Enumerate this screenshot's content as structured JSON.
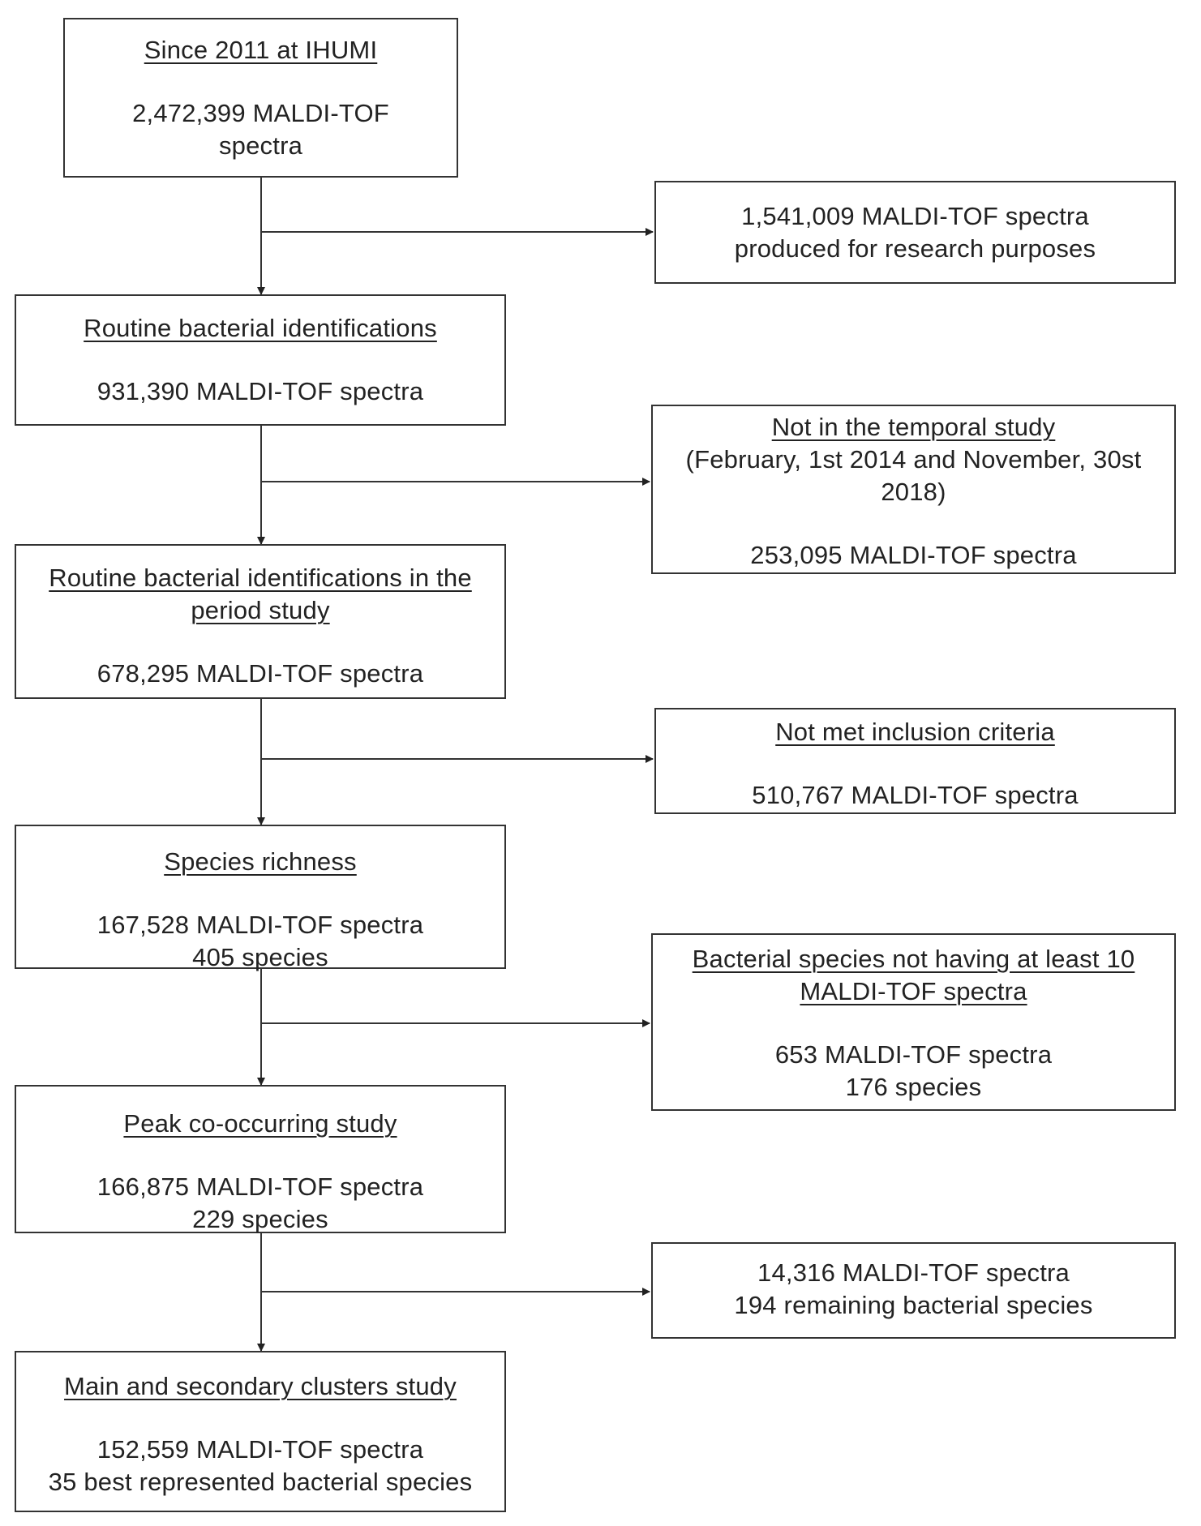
{
  "main": [
    {
      "title": "Since 2011 at IHUMI",
      "lines": [
        "2,472,399 MALDI-TOF",
        "spectra"
      ]
    },
    {
      "title": "Routine bacterial identifications",
      "lines": [
        "931,390 MALDI-TOF spectra"
      ]
    },
    {
      "title_lines": [
        "Routine bacterial identifications in the",
        "period study"
      ],
      "lines": [
        "678,295 MALDI-TOF spectra"
      ]
    },
    {
      "title": "Species richness",
      "lines": [
        "167,528 MALDI-TOF spectra",
        "405 species"
      ]
    },
    {
      "title": "Peak co-occurring study",
      "lines": [
        "166,875 MALDI-TOF spectra",
        "229 species"
      ]
    },
    {
      "title": "Main and secondary clusters study",
      "lines": [
        "152,559 MALDI-TOF spectra",
        "35 best represented bacterial species"
      ]
    }
  ],
  "side": [
    {
      "lines": [
        "1,541,009 MALDI-TOF spectra",
        "produced for research purposes"
      ]
    },
    {
      "title": "Not in the temporal study",
      "sub_lines": [
        "(February, 1st 2014 and November, 30st",
        "2018)"
      ],
      "lines": [
        "253,095 MALDI-TOF spectra"
      ]
    },
    {
      "title": "Not met inclusion criteria",
      "lines": [
        "510,767 MALDI-TOF spectra"
      ]
    },
    {
      "title_lines": [
        "Bacterial species not having at least 10",
        "MALDI-TOF spectra"
      ],
      "lines": [
        "653 MALDI-TOF spectra",
        "176 species"
      ]
    },
    {
      "lines": [
        "14,316 MALDI-TOF spectra",
        "194 remaining bacterial species"
      ]
    }
  ]
}
